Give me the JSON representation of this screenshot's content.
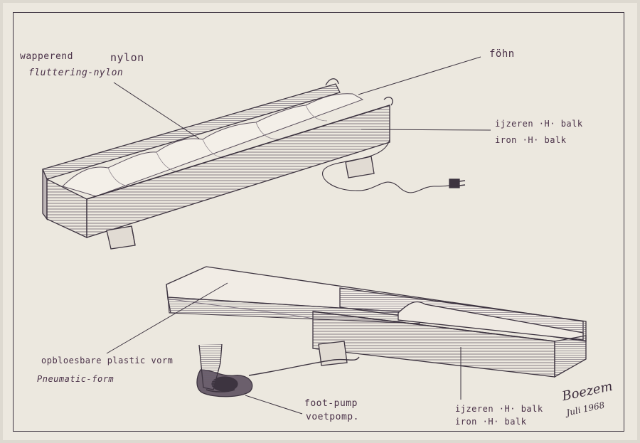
{
  "labels": {
    "top_left_nl": "wapperend",
    "top_left_nl_word2": "nylon",
    "top_left_en": "fluttering-nylon",
    "fohn": "föhn",
    "top_right_nl": "ijzeren ·H· balk",
    "top_right_en": "iron ·H· balk",
    "bottom_left_nl": "opbloesbare plastic vorm",
    "bottom_left_en": "Pneumatic-form",
    "pump_en": "foot-pump",
    "pump_nl": "voetpomp.",
    "bottom_right_nl": "ijzeren ·H· balk",
    "bottom_right_en": "iron ·H· balk"
  },
  "signature": {
    "name": "Boezem",
    "date": "Juli 1968"
  },
  "colors": {
    "ink": "#3d3440",
    "label_ink": "#4a3148",
    "paper": "#ece8df"
  }
}
